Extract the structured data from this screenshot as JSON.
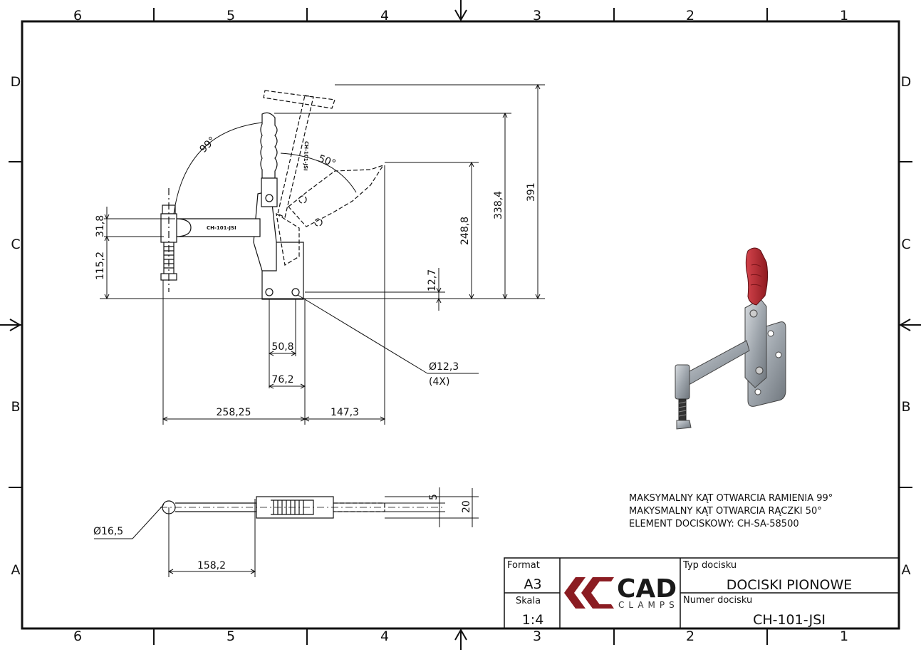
{
  "border": {
    "columns_top": [
      "6",
      "5",
      "4",
      "3",
      "2",
      "1"
    ],
    "columns_bottom": [
      "6",
      "5",
      "4",
      "3",
      "2",
      "1"
    ],
    "rows_left": [
      "D",
      "C",
      "B",
      "A"
    ],
    "rows_right": [
      "D",
      "C",
      "B",
      "A"
    ]
  },
  "side_view": {
    "part_label": "CH-101-JSI",
    "part_label_rotated": "CH-101-JSI",
    "angle_arm": "99°",
    "angle_handle": "50°",
    "dims": {
      "d31_8": "31,8",
      "d115_2": "115,2",
      "d248_8": "248,8",
      "d338_4": "338,4",
      "d391": "391",
      "d12_7": "12,7",
      "d50_8": "50,8",
      "d76_2": "76,2",
      "d258_25": "258,25",
      "d147_3": "147,3",
      "hole_dia": "Ø12,3",
      "hole_qty": "(4X)"
    }
  },
  "top_view": {
    "dims": {
      "d16_5": "Ø16,5",
      "d158_2": "158,2",
      "d5": "5",
      "d20": "20"
    }
  },
  "notes": [
    "MAKSYMALNY KĄT OTWARCIA RAMIENIA 99°",
    "MAKYSMALNY KĄT OTWARCIA RĄCZKI 50°",
    "ELEMENT DOCISKOWY: CH-SA-58500"
  ],
  "title_block": {
    "format_label": "Format",
    "format_value": "A3",
    "scale_label": "Skala",
    "scale_value": "1:4",
    "logo_main": "CAD",
    "logo_sub": "CLAMPS",
    "type_label": "Typ docisku",
    "type_value": "DOCISKI PIONOWE",
    "number_label": "Numer docisku",
    "number_value": "CH-101-JSI"
  },
  "colors": {
    "line": "#111111",
    "handle_red": "#b3202a",
    "logo_red": "#8b1c22",
    "metal": "#9aa1a8"
  }
}
